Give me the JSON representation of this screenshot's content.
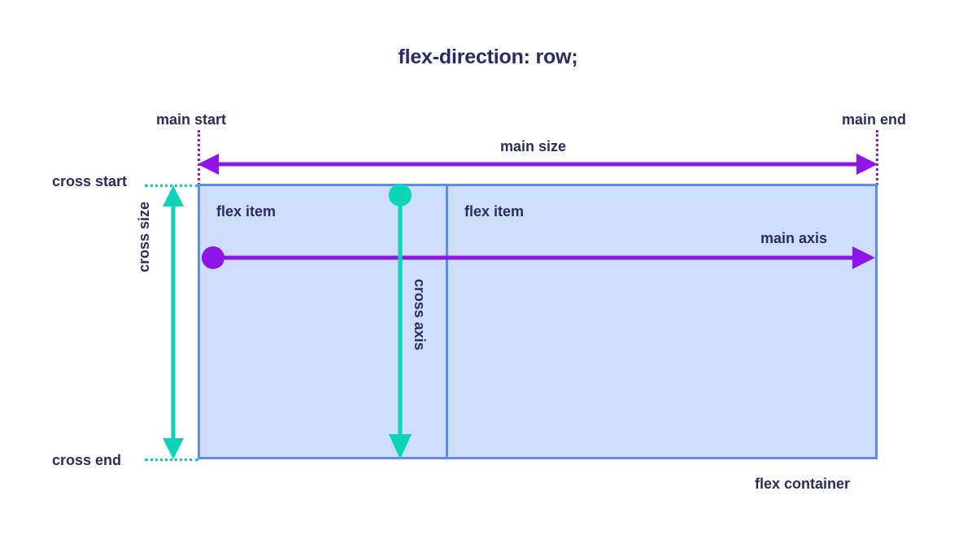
{
  "diagram": {
    "title": "flex-direction: row;",
    "container_label": "flex container",
    "items": [
      {
        "label": "flex item"
      },
      {
        "label": "flex item"
      }
    ],
    "axes": {
      "main_axis_label": "main axis",
      "cross_axis_label": "cross axis",
      "main_size_label": "main size",
      "cross_size_label": "cross size"
    },
    "edges": {
      "main_start": "main start",
      "main_end": "main end",
      "cross_start": "cross start",
      "cross_end": "cross end"
    },
    "colors": {
      "text": "#2b2b61",
      "main_purple": "#8f14e6",
      "cross_teal": "#0ad3b8",
      "container_fill": "#cddefb",
      "container_border": "#5b8dee",
      "background": "#ffffff"
    }
  }
}
